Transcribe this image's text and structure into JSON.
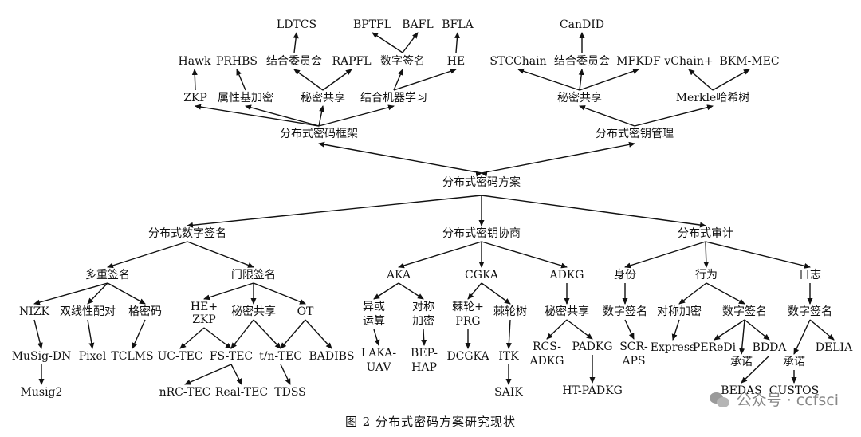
{
  "caption": "图 2   分布式密码方案研究现状",
  "watermark": "公众号 · ccfsci",
  "nodes": {
    "root": "分布式密码方案",
    "framework": "分布式密码框架",
    "keymgmt": "分布式密钥管理",
    "zkp": "ZKP",
    "abe": "属性基加密",
    "ss1": "秘密共享",
    "ml": "结合机器学习",
    "hawk": "Hawk",
    "prhbs": "PRHBS",
    "comm1": "结合委员会",
    "rapfl": "RAPFL",
    "sig1": "数字签名",
    "he": "HE",
    "ldtcs": "LDTCS",
    "bptfl": "BPTFL",
    "bafl": "BAFL",
    "bfla": "BFLA",
    "ss2": "秘密共享",
    "merkle": "Merkle哈希树",
    "stcchain": "STCChain",
    "comm2": "结合委员会",
    "mfkdf": "MFKDF",
    "vchain": "vChain+",
    "bkmmec": "BKM-MEC",
    "candid": "CanDID",
    "dsig": "分布式数字签名",
    "dka": "分布式密钥协商",
    "daudit": "分布式审计",
    "multisig": "多重签名",
    "threshsig": "门限签名",
    "nizk": "NIZK",
    "bilinear": "双线性配对",
    "lattice": "格密码",
    "musigdn": "MuSig-DN",
    "pixel": "Pixel",
    "tclms": "TCLMS",
    "musig2": "Musig2",
    "hezkp1": "HE+",
    "hezkp2": "ZKP",
    "ss3": "秘密共享",
    "ot": "OT",
    "uctec": "UC-TEC",
    "fstec": "FS-TEC",
    "tntec": "t/n-TEC",
    "badibs": "BADIBS",
    "nrctec": "nRC-TEC",
    "realtec": "Real-TEC",
    "tdss": "TDSS",
    "aka": "AKA",
    "cgka": "CGKA",
    "adkg": "ADKG",
    "async1": "异或",
    "async2": "运算",
    "sym1": "对称",
    "sym2": "加密",
    "lakauav1": "LAKA-",
    "lakauav2": "UAV",
    "bephap1": "BEP-",
    "bephap2": "HAP",
    "ratchetprg1": "棘轮+",
    "ratchetprg2": "PRG",
    "ratchettree": "棘轮树",
    "dcgka": "DCGKA",
    "itk": "ITK",
    "saik": "SAIK",
    "ss4": "秘密共享",
    "rcsadkg1": "RCS-",
    "rcsadkg2": "ADKG",
    "padkg": "PADKG",
    "htpadkg": "HT-PADKG",
    "identity": "身份",
    "behavior": "行为",
    "log": "日志",
    "sig2": "数字签名",
    "scraps1": "SCR-",
    "scraps2": "APS",
    "symenc": "对称加密",
    "express": "Express",
    "sig3": "数字签名",
    "peredi": "PEReDi",
    "bdda": "BDDA",
    "promise1": "承诺",
    "bedas": "BEDAS",
    "sig4": "数字签名",
    "promise2": "承诺",
    "custos": "CUSTOS",
    "delia": "DELIA"
  }
}
